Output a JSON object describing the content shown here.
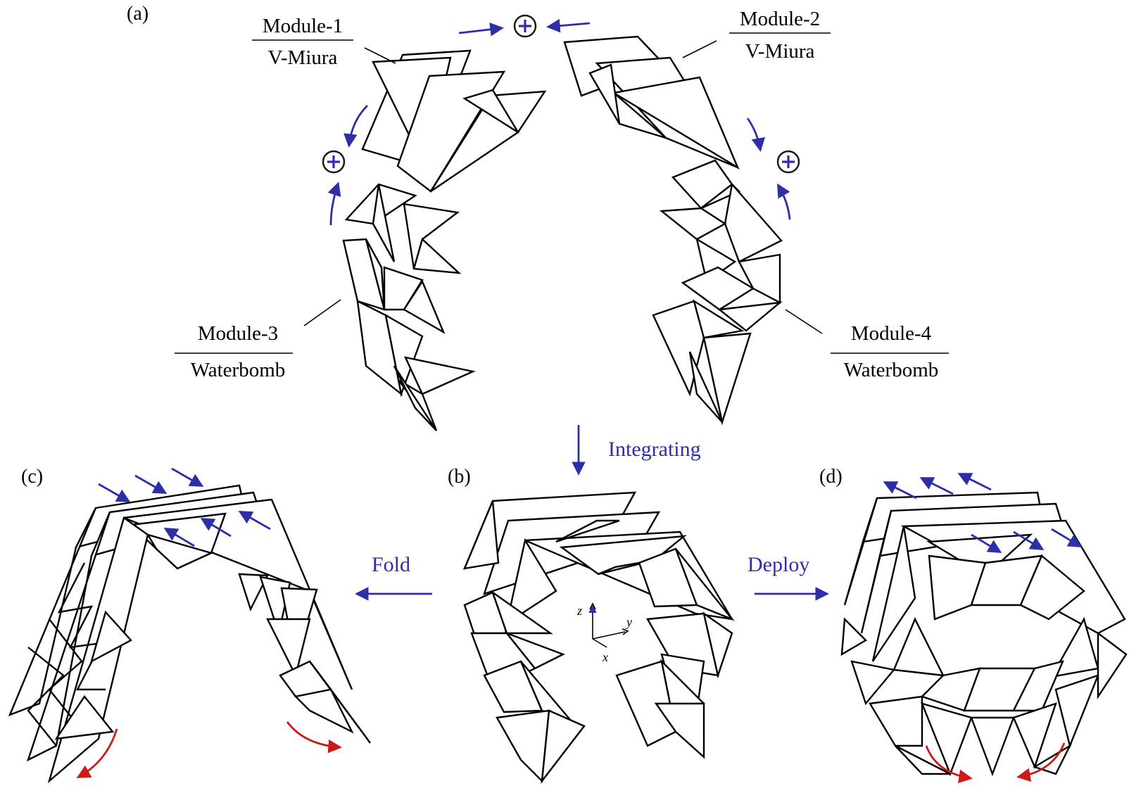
{
  "panels": {
    "a": "(a)",
    "b": "(b)",
    "c": "(c)",
    "d": "(d)"
  },
  "modules": [
    {
      "id": "Module-1",
      "name": "Module-1",
      "type": "V-Miura"
    },
    {
      "id": "Module-2",
      "name": "Module-2",
      "type": "V-Miura"
    },
    {
      "id": "Module-3",
      "name": "Module-3",
      "type": "Waterbomb"
    },
    {
      "id": "Module-4",
      "name": "Module-4",
      "type": "Waterbomb"
    }
  ],
  "operations": {
    "integrating": "Integrating",
    "fold": "Fold",
    "deploy": "Deploy"
  },
  "axes": {
    "x": "x",
    "y": "y",
    "z": "z"
  },
  "colors": {
    "arrow_blue": "#2e2ea8",
    "arrow_red": "#cc1a1a",
    "line": "#000000"
  }
}
